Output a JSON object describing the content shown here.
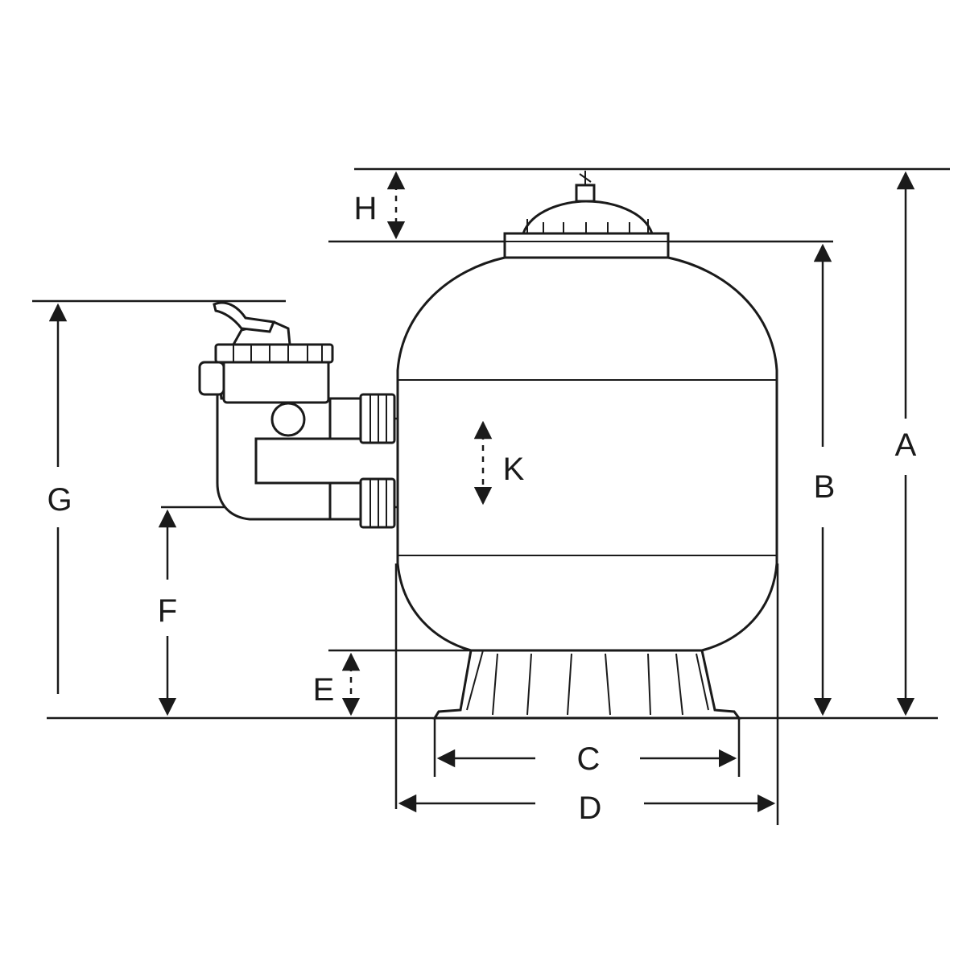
{
  "dimensions": {
    "a": "A",
    "b": "B",
    "c": "C",
    "d": "D",
    "e": "E",
    "f": "F",
    "g": "G",
    "h": "H",
    "k": "K"
  },
  "colors": {
    "line": "#1a1a1a",
    "background": "#ffffff"
  }
}
